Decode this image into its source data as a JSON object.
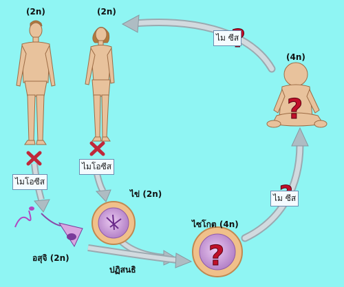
{
  "labels": {
    "man_ploidy": "(2n)",
    "woman_ploidy": "(2n)",
    "baby_ploidy": "(4n)",
    "egg": "ไข่  (2n)",
    "zygote": "ไซโกต  (4n)",
    "sperm": "อสุจิ  (2n)",
    "fertilization": "ปฏิสนธิ"
  },
  "boxes": {
    "meiosis_top": "ไม  ซีส",
    "meiosis_male": "ไมโอซีส",
    "meiosis_female": "ไมโอซีส",
    "mitosis_right": "ไม  ซีส"
  },
  "colors": {
    "background": "#8ff5f3",
    "arrow": "#b8c6cc",
    "cross": "#c0283a",
    "question": "#c0102a",
    "skin": "#e8c29c",
    "cell_nucleus": "#b58bc0"
  },
  "icons": [
    "man-figure",
    "woman-figure",
    "baby-figure",
    "sperm-cell",
    "egg-cell",
    "zygote-cell",
    "cross-mark-icon",
    "question-mark-icon"
  ]
}
